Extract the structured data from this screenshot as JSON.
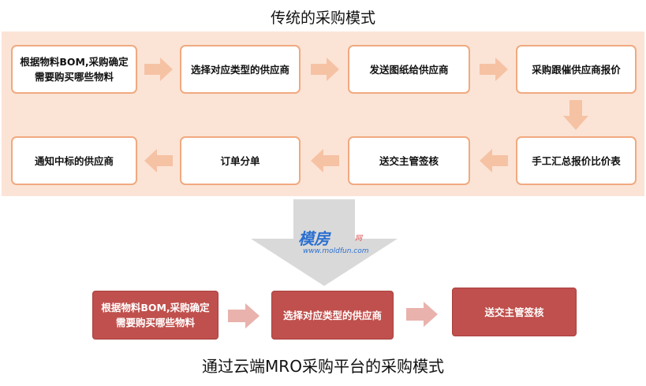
{
  "title_top": "传统的采购模式",
  "title_bottom": "通过云端MRO采购平台的采购模式",
  "traditional_steps": [
    "根据物料BOM,采购确定需要购买哪些物料",
    "选择对应类型的供应商",
    "发送图纸给供应商",
    "采购跟催供应商报价",
    "手工汇总报价比价表",
    "送交主管签核",
    "订单分单",
    "通知中标的供应商"
  ],
  "platform_steps": [
    "根据物料BOM,采购确定需要购买哪些物料",
    "选择对应类型的供应商",
    "送交主管签核"
  ],
  "watermark": {
    "logo": "模房",
    "mark": "网",
    "sub": "www.moldfun.com"
  },
  "colors": {
    "panel_bg": "#fbe4d6",
    "box_border": "#f1a97f",
    "arrow_light": "#f6c2a4",
    "platform_box": "#c0504d",
    "platform_arrow": "#e9b2ad",
    "transition_arrow": "#d9d9d9"
  }
}
